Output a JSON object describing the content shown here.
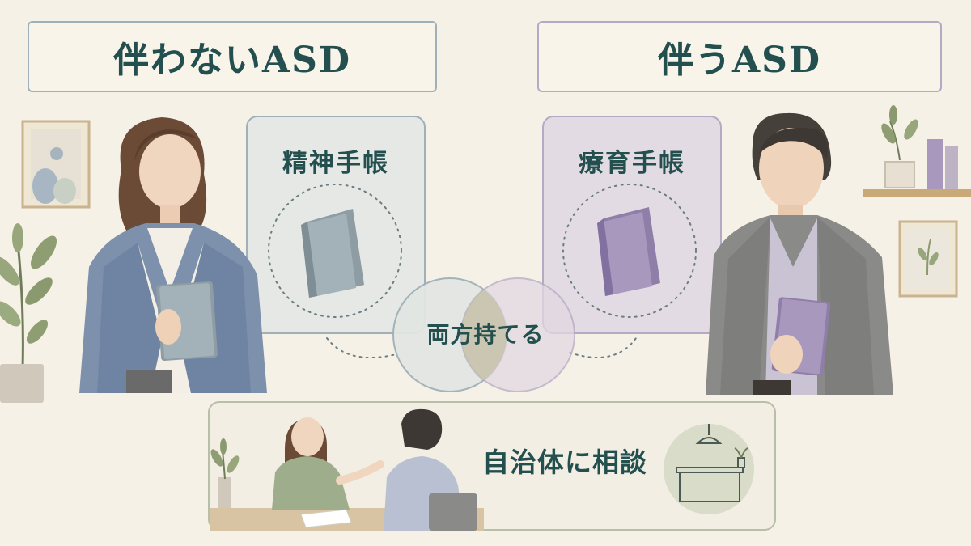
{
  "titles": {
    "left": "伴わないASD",
    "right": "伴うASD"
  },
  "cards": {
    "left_label": "精神手帳",
    "right_label": "療育手帳"
  },
  "venn": {
    "label": "両方持てる"
  },
  "consult": {
    "label": "自治体に相談"
  },
  "colors": {
    "text": "#23504f",
    "blue_card": "#e5e8e4",
    "purple_card": "#e3dbe3",
    "blue_book": "#a3b1b9",
    "purple_book": "#a898bd",
    "background": "#f6f1e6"
  }
}
